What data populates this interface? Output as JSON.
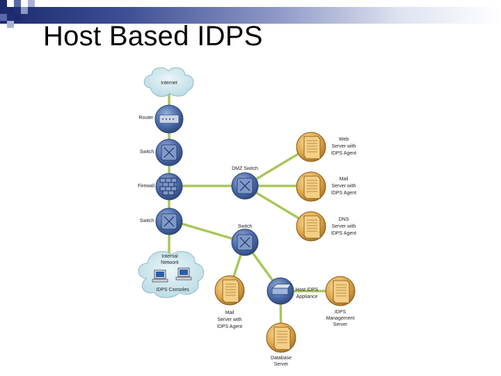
{
  "slide": {
    "title": "Host Based IDPS"
  },
  "diagram": {
    "labels": {
      "internet": "Internet",
      "router": "Router",
      "switch_top": "Switch",
      "firewall": "Firewall",
      "switch_bottom": "Switch",
      "internal_network": [
        "Internal",
        "Network"
      ],
      "idps_consoles": "IDPS Consoles",
      "dmz_switch": "DMZ Switch",
      "switch_center": "Switch",
      "web_server": [
        "Web",
        "Server with",
        "IDPS Agent"
      ],
      "mail_server_dmz": [
        "Mail",
        "Server with",
        "IDPS Agent"
      ],
      "dns_server": [
        "DNS",
        "Server with",
        "IDPS Agent"
      ],
      "mail_server_internal": [
        "Mail",
        "Server with",
        "IDPS Agent"
      ],
      "host_idps_appliance": [
        "Host IDPS",
        "Appliance"
      ],
      "idps_management_server": [
        "IDPS",
        "Management",
        "Server"
      ],
      "database_server": [
        "Database",
        "Server"
      ]
    },
    "colors": {
      "link": "#a8c75a",
      "device_blue": "#4a6aa8",
      "server_tan": "#e0a84a",
      "cloud": "#c9e3ea"
    }
  }
}
